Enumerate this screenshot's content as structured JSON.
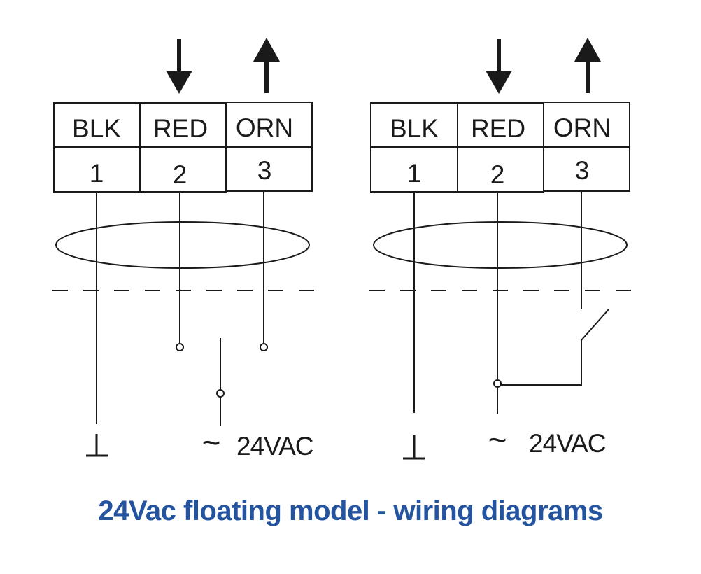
{
  "title": "24Vac floating model - wiring diagrams",
  "colors": {
    "title": "#2454a0",
    "line": "#1a1a1a"
  },
  "diagrams": [
    {
      "name": "left",
      "terminals": [
        {
          "color": "BLK",
          "number": "1"
        },
        {
          "color": "RED",
          "number": "2"
        },
        {
          "color": "ORN",
          "number": "3"
        }
      ],
      "arrows": [
        "arrow-down",
        "arrow-up"
      ],
      "ground_symbol": "⊥",
      "supply_symbol": "~",
      "supply_label": "24VAC",
      "switch_type": "single-pole double-throw"
    },
    {
      "name": "right",
      "terminals": [
        {
          "color": "BLK",
          "number": "1"
        },
        {
          "color": "RED",
          "number": "2"
        },
        {
          "color": "ORN",
          "number": "3"
        }
      ],
      "arrows": [
        "arrow-down",
        "arrow-up"
      ],
      "ground_symbol": "⊥",
      "supply_symbol": "~",
      "supply_label": "24VAC",
      "switch_type": "single-pole single-throw"
    }
  ]
}
